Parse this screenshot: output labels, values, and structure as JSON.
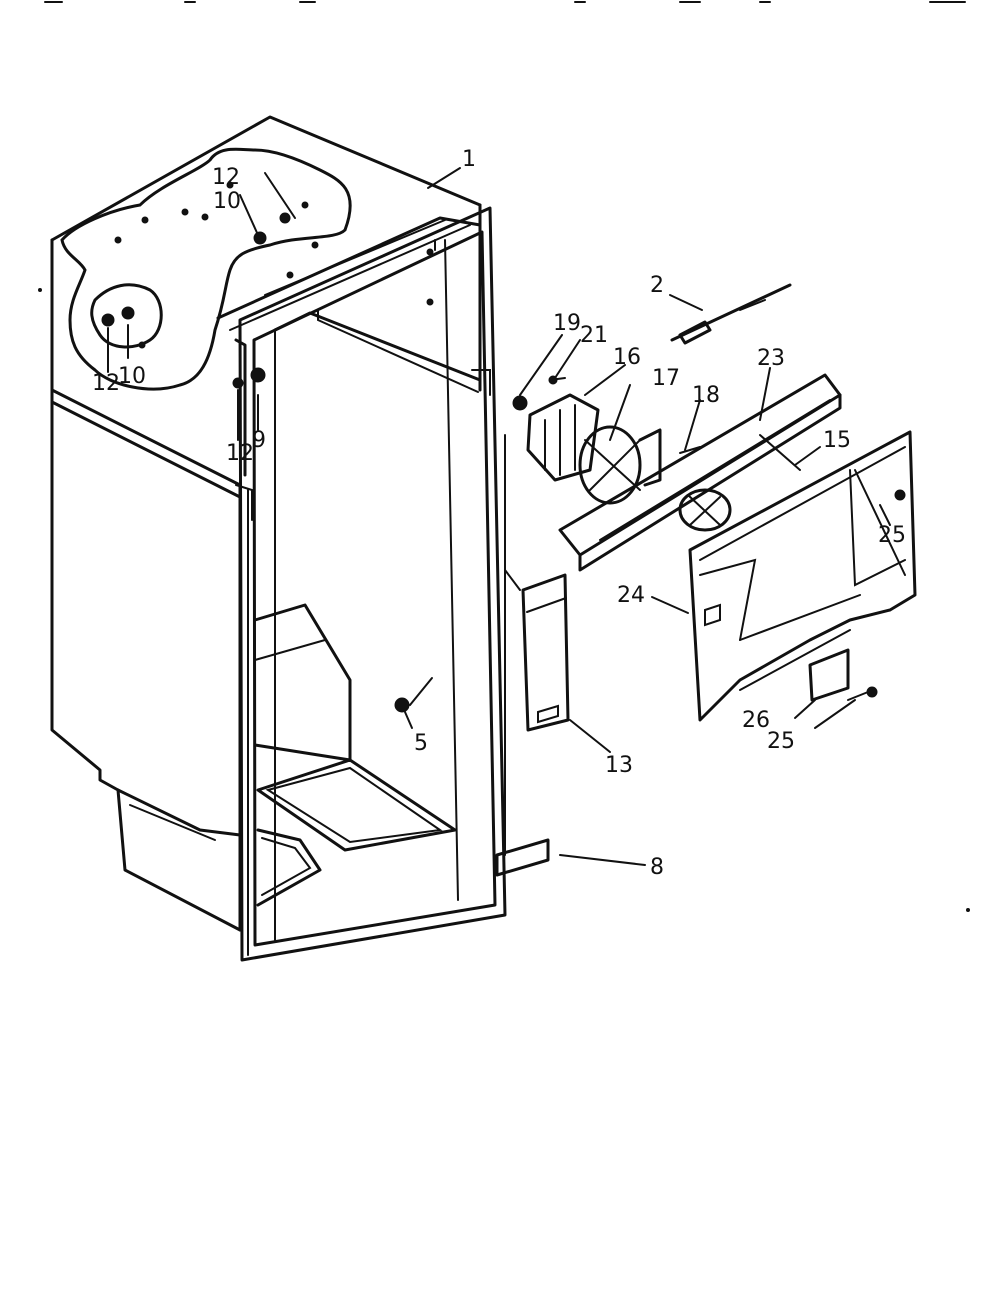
{
  "callouts": {
    "c1": "1",
    "c2": "2",
    "c5": "5",
    "c8": "8",
    "c9": "9",
    "c10a": "10",
    "c10b": "10",
    "c12a": "12",
    "c12b": "12",
    "c12c": "12",
    "c13": "13",
    "c15": "15",
    "c16": "16",
    "c17": "17",
    "c18": "18",
    "c19": "19",
    "c21": "21",
    "c23": "23",
    "c24": "24",
    "c25a": "25",
    "c25b": "25",
    "c26": "26"
  }
}
